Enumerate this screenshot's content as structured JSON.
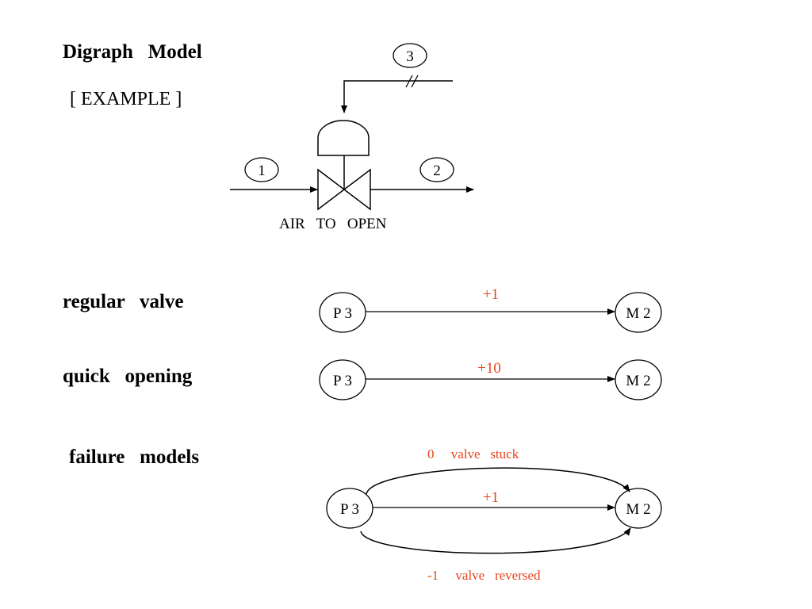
{
  "title": "Digraph   Model",
  "example": "[ EXAMPLE ]",
  "valve_caption": "AIR   TO   OPEN",
  "stream_labels": [
    "1",
    "2",
    "3"
  ],
  "sections": {
    "regular": {
      "label": "regular   valve",
      "gain": "+1"
    },
    "quick": {
      "label": "quick   opening",
      "gain": "+10"
    },
    "failure": {
      "label": "failure   models",
      "gain": "+1",
      "stuck": "0     valve   stuck",
      "reversed": "-1     valve   reversed"
    }
  },
  "nodes": {
    "source": "P 3",
    "target": "M 2"
  },
  "colors": {
    "gain_text": "#e8451c",
    "line": "#000000"
  }
}
